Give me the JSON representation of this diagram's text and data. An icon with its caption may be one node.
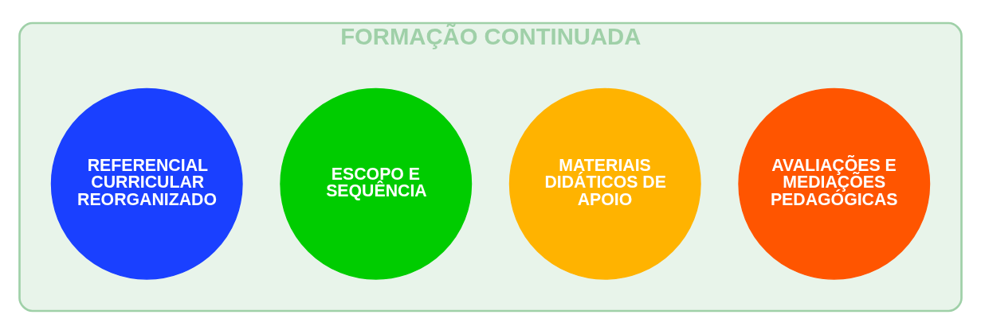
{
  "diagram": {
    "nodes": [
      {
        "text": [
          "FORMAÇÃO CONTINUADA"
        ]
      },
      {
        "text": [
          "REFERENCIAL CURRICULAR REORGANIZADO"
        ],
        "in": 0
      },
      {
        "text": [
          "ESCOPO E SEQUÊNCIA"
        ],
        "in": 0
      },
      {
        "text": [
          "MATERIAIS DIDÁTICOS DE APOIO"
        ],
        "in": 0
      },
      {
        "text": [
          "AVALIAÇÕES E MEDIAÇÕES PEDAGÓGICAS"
        ],
        "in": 0
      }
    ]
  }
}
